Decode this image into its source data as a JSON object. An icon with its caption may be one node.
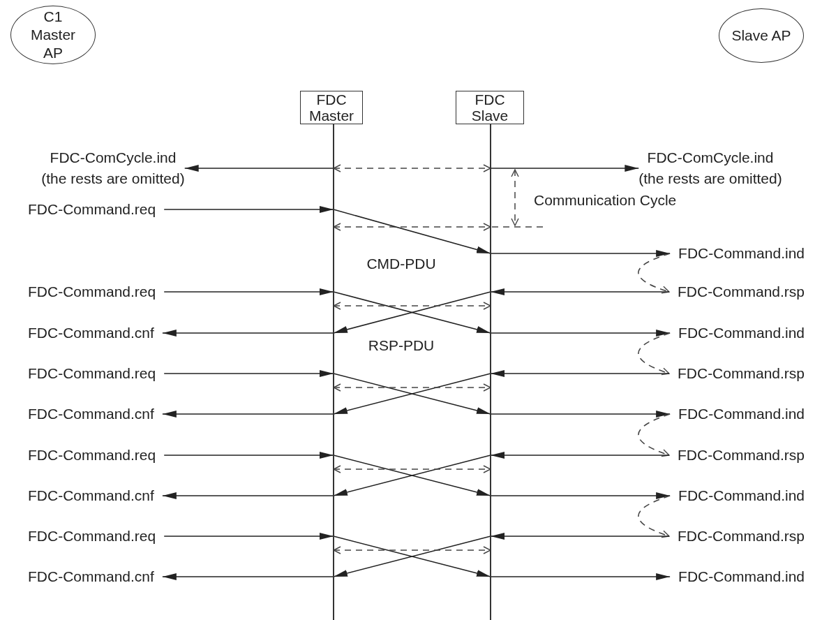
{
  "diagram": {
    "nodes": [
      {
        "text": [
          "C1 Master AP"
        ]
      },
      {
        "text": [
          "Slave AP"
        ]
      },
      {
        "text": [
          "FDC Master"
        ]
      },
      {
        "text": [
          "FDC Slave"
        ]
      },
      {
        "text": [],
        "shape": "bar"
      },
      {
        "text": [],
        "shape": "bar"
      },
      {
        "text": [
          "FDC-ComCycle.ind",
          "(the rests are omitted)"
        ]
      },
      {
        "text": [
          "FDC-ComCycle.ind",
          "(the rests are omitted)"
        ]
      },
      {
        "text": [
          "FDC-Command.req"
        ]
      },
      {
        "text": [
          "FDC-Command.ind"
        ]
      },
      {
        "text": [
          "FDC-Command.req"
        ]
      },
      {
        "text": [
          "FDC-Command.rsp"
        ]
      },
      {
        "text": [
          "FDC-Command.cnf"
        ]
      },
      {
        "text": [
          "FDC-Command.ind"
        ]
      },
      {
        "text": [
          "FDC-Command.req"
        ]
      },
      {
        "text": [
          "FDC-Command.rsp"
        ]
      },
      {
        "text": [
          "FDC-Command.cnf"
        ]
      },
      {
        "text": [
          "FDC-Command.ind"
        ]
      },
      {
        "text": [
          "FDC-Command.req"
        ]
      },
      {
        "text": [
          "FDC-Command.rsp"
        ]
      },
      {
        "text": [
          "FDC-Command.cnf"
        ]
      },
      {
        "text": [
          "FDC-Command.ind"
        ]
      },
      {
        "text": [
          "FDC-Command.req"
        ]
      },
      {
        "text": [
          "FDC-Command.rsp"
        ]
      },
      {
        "text": [
          "FDC-Command.cnf"
        ]
      },
      {
        "text": [
          "FDC-Command.ind"
        ]
      }
    ],
    "edges": [
      {
        "from": 4,
        "to": 6,
        "arrow": "to"
      },
      {
        "from": 4,
        "to": 5,
        "arrow": "both",
        "style": "dashed"
      },
      {
        "from": 5,
        "to": 7,
        "arrow": "to"
      },
      {
        "from": 4,
        "to": 5,
        "arrow": "both",
        "style": "dashed"
      },
      {
        "from": 8,
        "to": 4,
        "arrow": "to"
      },
      {
        "from": 4,
        "to": 5,
        "arrow": "to",
        "label": "CMD-PDU"
      },
      {
        "from": 5,
        "to": 9,
        "arrow": "to"
      },
      {
        "from": 9,
        "to": 11,
        "arrow": "to",
        "style": "dashed"
      },
      {
        "from": 11,
        "to": 5,
        "arrow": "to"
      },
      {
        "from": 5,
        "to": 4,
        "arrow": "to",
        "label": "RSP-PDU"
      },
      {
        "from": 4,
        "to": 12,
        "arrow": "to"
      },
      {
        "from": 10,
        "to": 4,
        "arrow": "to"
      },
      {
        "from": 4,
        "to": 5,
        "arrow": "to"
      },
      {
        "from": 5,
        "to": 13,
        "arrow": "to"
      },
      {
        "from": 4,
        "to": 5,
        "arrow": "both",
        "style": "dashed"
      },
      {
        "from": 13,
        "to": 15,
        "arrow": "to",
        "style": "dashed"
      },
      {
        "from": 15,
        "to": 5,
        "arrow": "to"
      },
      {
        "from": 5,
        "to": 4,
        "arrow": "to"
      },
      {
        "from": 4,
        "to": 16,
        "arrow": "to"
      },
      {
        "from": 14,
        "to": 4,
        "arrow": "to"
      },
      {
        "from": 4,
        "to": 5,
        "arrow": "to"
      },
      {
        "from": 5,
        "to": 17,
        "arrow": "to"
      },
      {
        "from": 4,
        "to": 5,
        "arrow": "both",
        "style": "dashed"
      },
      {
        "from": 17,
        "to": 19,
        "arrow": "to",
        "style": "dashed"
      },
      {
        "from": 19,
        "to": 5,
        "arrow": "to"
      },
      {
        "from": 5,
        "to": 4,
        "arrow": "to"
      },
      {
        "from": 4,
        "to": 20,
        "arrow": "to"
      },
      {
        "from": 18,
        "to": 4,
        "arrow": "to"
      },
      {
        "from": 4,
        "to": 5,
        "arrow": "to"
      },
      {
        "from": 5,
        "to": 21,
        "arrow": "to"
      },
      {
        "from": 4,
        "to": 5,
        "arrow": "both",
        "style": "dashed"
      },
      {
        "from": 21,
        "to": 23,
        "arrow": "to",
        "style": "dashed"
      },
      {
        "from": 23,
        "to": 5,
        "arrow": "to"
      },
      {
        "from": 5,
        "to": 4,
        "arrow": "to"
      },
      {
        "from": 4,
        "to": 24,
        "arrow": "to"
      },
      {
        "from": 22,
        "to": 4,
        "arrow": "to"
      },
      {
        "from": 4,
        "to": 5,
        "arrow": "to"
      },
      {
        "from": 5,
        "to": 25,
        "arrow": "to"
      },
      {
        "from": 4,
        "to": 5,
        "arrow": "both",
        "style": "dashed"
      }
    ],
    "labels": [
      "Communication Cycle"
    ]
  }
}
